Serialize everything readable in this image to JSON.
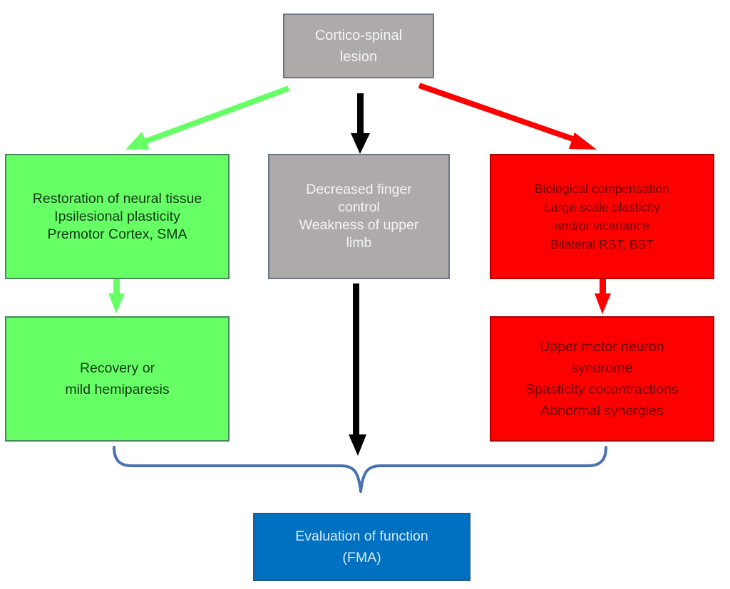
{
  "diagram": {
    "nodes": {
      "top": {
        "lines": [
          "Cortico-spinal",
          "lesion"
        ],
        "fill": "#aeaaaa",
        "text_color": "#f4f4f4"
      },
      "restoration": {
        "lines": [
          "Restoration of neural tissue",
          "Ipsilesional plasticity",
          "Premotor Cortex, SMA"
        ],
        "fill": "#66ff66",
        "text_color": "#143814"
      },
      "deficit": {
        "lines": [
          "Decreased finger",
          "control",
          "Weakness of upper",
          "limb"
        ],
        "fill": "#aeaaaa",
        "text_color": "#f4f4f4"
      },
      "compensation": {
        "lines": [
          "Biological compensation",
          "Large scale plasticity",
          "and/or vicariance",
          "Bilateral RST, BST"
        ],
        "fill": "#ff0000",
        "text_color": "#6a0000"
      },
      "recovery": {
        "lines": [
          "Recovery or",
          "mild hemiparesis"
        ],
        "fill": "#66ff66",
        "text_color": "#143814"
      },
      "umn_syndrome": {
        "lines": [
          "Upper motor neuron",
          "syndrome",
          "Spasticity cocontractions",
          "Abnormal synergies"
        ],
        "fill": "#ff0000",
        "text_color": "#6a0000"
      },
      "evaluation": {
        "lines": [
          "Evaluation of function",
          "(FMA)"
        ],
        "fill": "#0070c0",
        "text_color": "#dcecff"
      }
    },
    "edges": [
      {
        "from": "top",
        "to": "restoration",
        "color": "#66ff66"
      },
      {
        "from": "top",
        "to": "deficit",
        "color": "#000000"
      },
      {
        "from": "top",
        "to": "compensation",
        "color": "#ff0000"
      },
      {
        "from": "restoration",
        "to": "recovery",
        "color": "#66ff66"
      },
      {
        "from": "compensation",
        "to": "umn_syndrome",
        "color": "#ff0000"
      },
      {
        "from": "deficit",
        "to": "evaluation",
        "color": "#000000"
      },
      {
        "from": [
          "recovery",
          "umn_syndrome"
        ],
        "to": "evaluation",
        "color": "#4a72b0",
        "style": "curly-brace"
      }
    ]
  }
}
